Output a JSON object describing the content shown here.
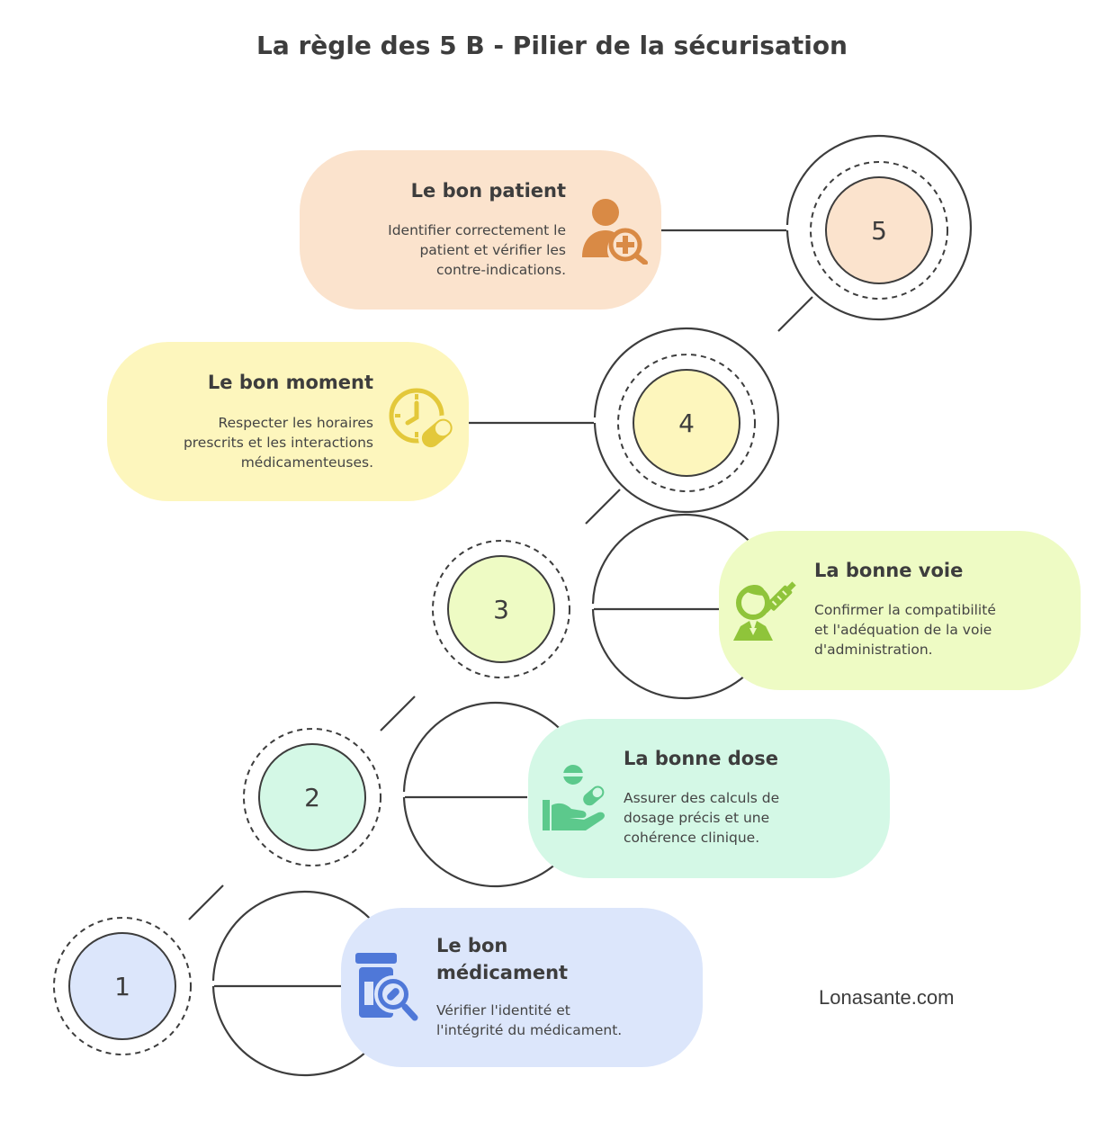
{
  "title": "La règle des 5 B - Pilier de la sécurisation",
  "brand": "Lonasante.com",
  "steps": [
    {
      "number": "1",
      "title": "Le bon médicament",
      "title_line1": "Le bon",
      "title_line2": "médicament",
      "desc": [
        "Vérifier l'identité et",
        "l'intégrité du médicament."
      ],
      "color": "#dce6fb",
      "icon": "pill-bottle-search-icon",
      "icon_color": "#4f78d8"
    },
    {
      "number": "2",
      "title": "La bonne dose",
      "desc": [
        "Assurer des calculs de",
        "dosage précis et une",
        "cohérence clinique."
      ],
      "color": "#d4f8e6",
      "icon": "hand-pills-icon",
      "icon_color": "#5cc98c"
    },
    {
      "number": "3",
      "title": "La bonne voie",
      "desc": [
        "Confirmer la compatibilité",
        "et l'adéquation de la voie",
        "d'administration."
      ],
      "color": "#eefbc4",
      "icon": "person-syringe-icon",
      "icon_color": "#8fc43a"
    },
    {
      "number": "4",
      "title": "Le bon moment",
      "desc": [
        "Respecter les horaires",
        "prescrits et les interactions",
        "médicamenteuses."
      ],
      "color": "#fdf6bd",
      "icon": "clock-pill-icon",
      "icon_color": "#e3c83a"
    },
    {
      "number": "5",
      "title": "Le bon patient",
      "desc": [
        "Identifier correctement le",
        "patient et vérifier les",
        "contre-indications."
      ],
      "color": "#fbe3cd",
      "icon": "patient-search-icon",
      "icon_color": "#d98a45"
    }
  ]
}
